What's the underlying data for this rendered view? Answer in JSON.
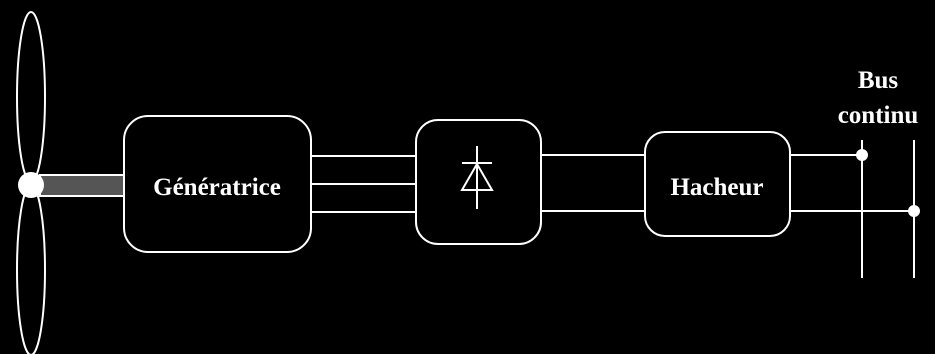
{
  "diagram": {
    "background_color": "#000000",
    "line_color": "#ffffff",
    "shaft_color": "#555555",
    "blocks": {
      "generator": {
        "label": "Génératrice"
      },
      "rectifier": {
        "label": "",
        "icon": "diode-icon"
      },
      "chopper": {
        "label": "Hacheur"
      }
    },
    "bus": {
      "line1": "Bus",
      "line2": "continu"
    },
    "turbine": {
      "icon": "wind-turbine-icon"
    }
  }
}
